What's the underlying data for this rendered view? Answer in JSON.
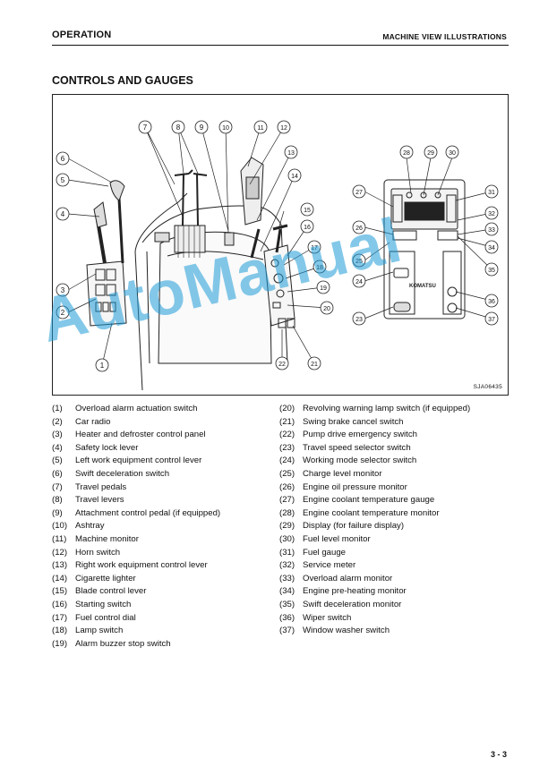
{
  "header": {
    "section": "OPERATION",
    "chapter": "MACHINE VIEW ILLUSTRATIONS"
  },
  "title": "CONTROLS AND GAUGES",
  "figure": {
    "code": "SJA06435",
    "callouts": [
      "1",
      "2",
      "3",
      "4",
      "5",
      "6",
      "7",
      "8",
      "9",
      "10",
      "11",
      "12",
      "13",
      "14",
      "15",
      "16",
      "17",
      "18",
      "19",
      "20",
      "21",
      "22",
      "23",
      "24",
      "25",
      "26",
      "27",
      "28",
      "29",
      "30",
      "31",
      "32",
      "33",
      "34",
      "35",
      "36",
      "37"
    ],
    "monitor_logo": "KOMATSU"
  },
  "legend": {
    "left": [
      {
        "num": "(1)",
        "label": "Overload alarm actuation switch"
      },
      {
        "num": "(2)",
        "label": "Car radio"
      },
      {
        "num": "(3)",
        "label": "Heater and defroster control panel"
      },
      {
        "num": "(4)",
        "label": "Safety lock lever"
      },
      {
        "num": "(5)",
        "label": "Left work equipment control lever"
      },
      {
        "num": "(6)",
        "label": "Swift deceleration switch"
      },
      {
        "num": "(7)",
        "label": "Travel pedals"
      },
      {
        "num": "(8)",
        "label": "Travel levers"
      },
      {
        "num": "(9)",
        "label": "Attachment control pedal (if equipped)"
      },
      {
        "num": "(10)",
        "label": "Ashtray"
      },
      {
        "num": "(11)",
        "label": "Machine monitor"
      },
      {
        "num": "(12)",
        "label": "Horn switch"
      },
      {
        "num": "(13)",
        "label": "Right work equipment control lever"
      },
      {
        "num": "(14)",
        "label": "Cigarette lighter"
      },
      {
        "num": "(15)",
        "label": "Blade control lever"
      },
      {
        "num": "(16)",
        "label": "Starting switch"
      },
      {
        "num": "(17)",
        "label": "Fuel control dial"
      },
      {
        "num": "(18)",
        "label": "Lamp switch"
      },
      {
        "num": "(19)",
        "label": "Alarm buzzer stop switch"
      }
    ],
    "right": [
      {
        "num": "(20)",
        "label": "Revolving warning lamp switch (if equipped)"
      },
      {
        "num": "(21)",
        "label": "Swing brake cancel switch"
      },
      {
        "num": "(22)",
        "label": "Pump drive emergency switch"
      },
      {
        "num": "(23)",
        "label": "Travel speed selector switch"
      },
      {
        "num": "(24)",
        "label": "Working mode selector switch"
      },
      {
        "num": "(25)",
        "label": "Charge level monitor"
      },
      {
        "num": "(26)",
        "label": "Engine oil pressure monitor"
      },
      {
        "num": "(27)",
        "label": "Engine coolant temperature gauge"
      },
      {
        "num": "(28)",
        "label": "Engine coolant temperature monitor"
      },
      {
        "num": "(29)",
        "label": "Display (for failure display)"
      },
      {
        "num": "(30)",
        "label": "Fuel level monitor"
      },
      {
        "num": "(31)",
        "label": "Fuel gauge"
      },
      {
        "num": "(32)",
        "label": "Service meter"
      },
      {
        "num": "(33)",
        "label": "Overload alarm monitor"
      },
      {
        "num": "(34)",
        "label": "Engine pre-heating monitor"
      },
      {
        "num": "(35)",
        "label": "Swift deceleration monitor"
      },
      {
        "num": "(36)",
        "label": "Wiper switch"
      },
      {
        "num": "(37)",
        "label": "Window washer switch"
      }
    ]
  },
  "watermark": "AutoManual",
  "page_number": "3 - 3"
}
